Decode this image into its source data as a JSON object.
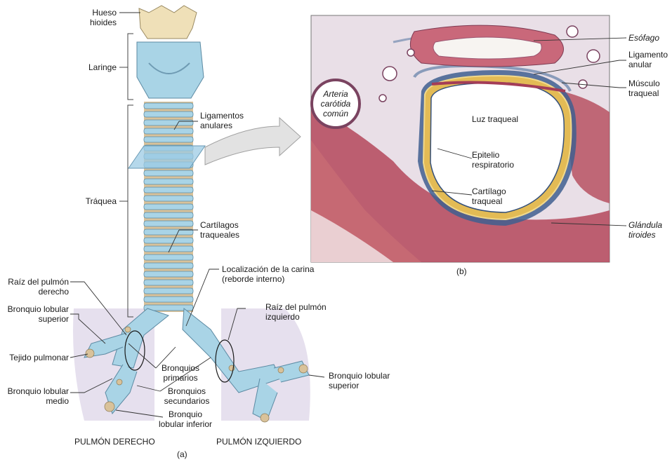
{
  "panel_a": {
    "caption": "(a)",
    "labels": {
      "hueso_hioides": "Hueso hioides",
      "laringe": "Laringe",
      "ligamentos_anulares": "Ligamentos anulares",
      "traquea": "Tráquea",
      "cartilagos_traqueales": "Cartílagos traqueales",
      "localizacion_carina": "Localización de la carina (reborde interno)",
      "raiz_pulmon_derecho": "Raíz del pulmón derecho",
      "bronquio_lobular_superior_der": "Bronquio lobular superior",
      "tejido_pulmonar": "Tejido pulmonar",
      "bronquio_lobular_medio": "Bronquio lobular medio",
      "bronquios_primarios": "Bronquios primarios",
      "bronquios_secundarios": "Bronquios secundarios",
      "bronquio_lobular_inferior": "Bronquio lobular inferior",
      "raiz_pulmon_izquierdo": "Raíz del pulmón izquierdo",
      "bronquio_lobular_superior_izq": "Bronquio lobular superior",
      "pulmon_derecho": "PULMÓN DERECHO",
      "pulmon_izquierdo": "PULMÓN IZQUIERDO"
    }
  },
  "panel_b": {
    "caption": "(b)",
    "labels": {
      "esofago": "Esófago",
      "ligamento_anular": "Ligamento anular",
      "musculo_traqueal": "Músculo traqueal",
      "arteria_carotida": "Arteria carótida común",
      "luz_traqueal": "Luz traqueal",
      "epitelio_respiratorio": "Epitelio respiratorio",
      "cartilago_traqueal": "Cartílago traqueal",
      "glandula_tiroides": "Glándula tiroides"
    }
  },
  "colors": {
    "cartilage_blue": "#a9d4e6",
    "ligament_tan": "#d9c29a",
    "bone": "#efe0b8",
    "lung_lilac": "#e4dced",
    "tissue_red": "#b4485a",
    "connective_blue": "#5f7da6"
  }
}
